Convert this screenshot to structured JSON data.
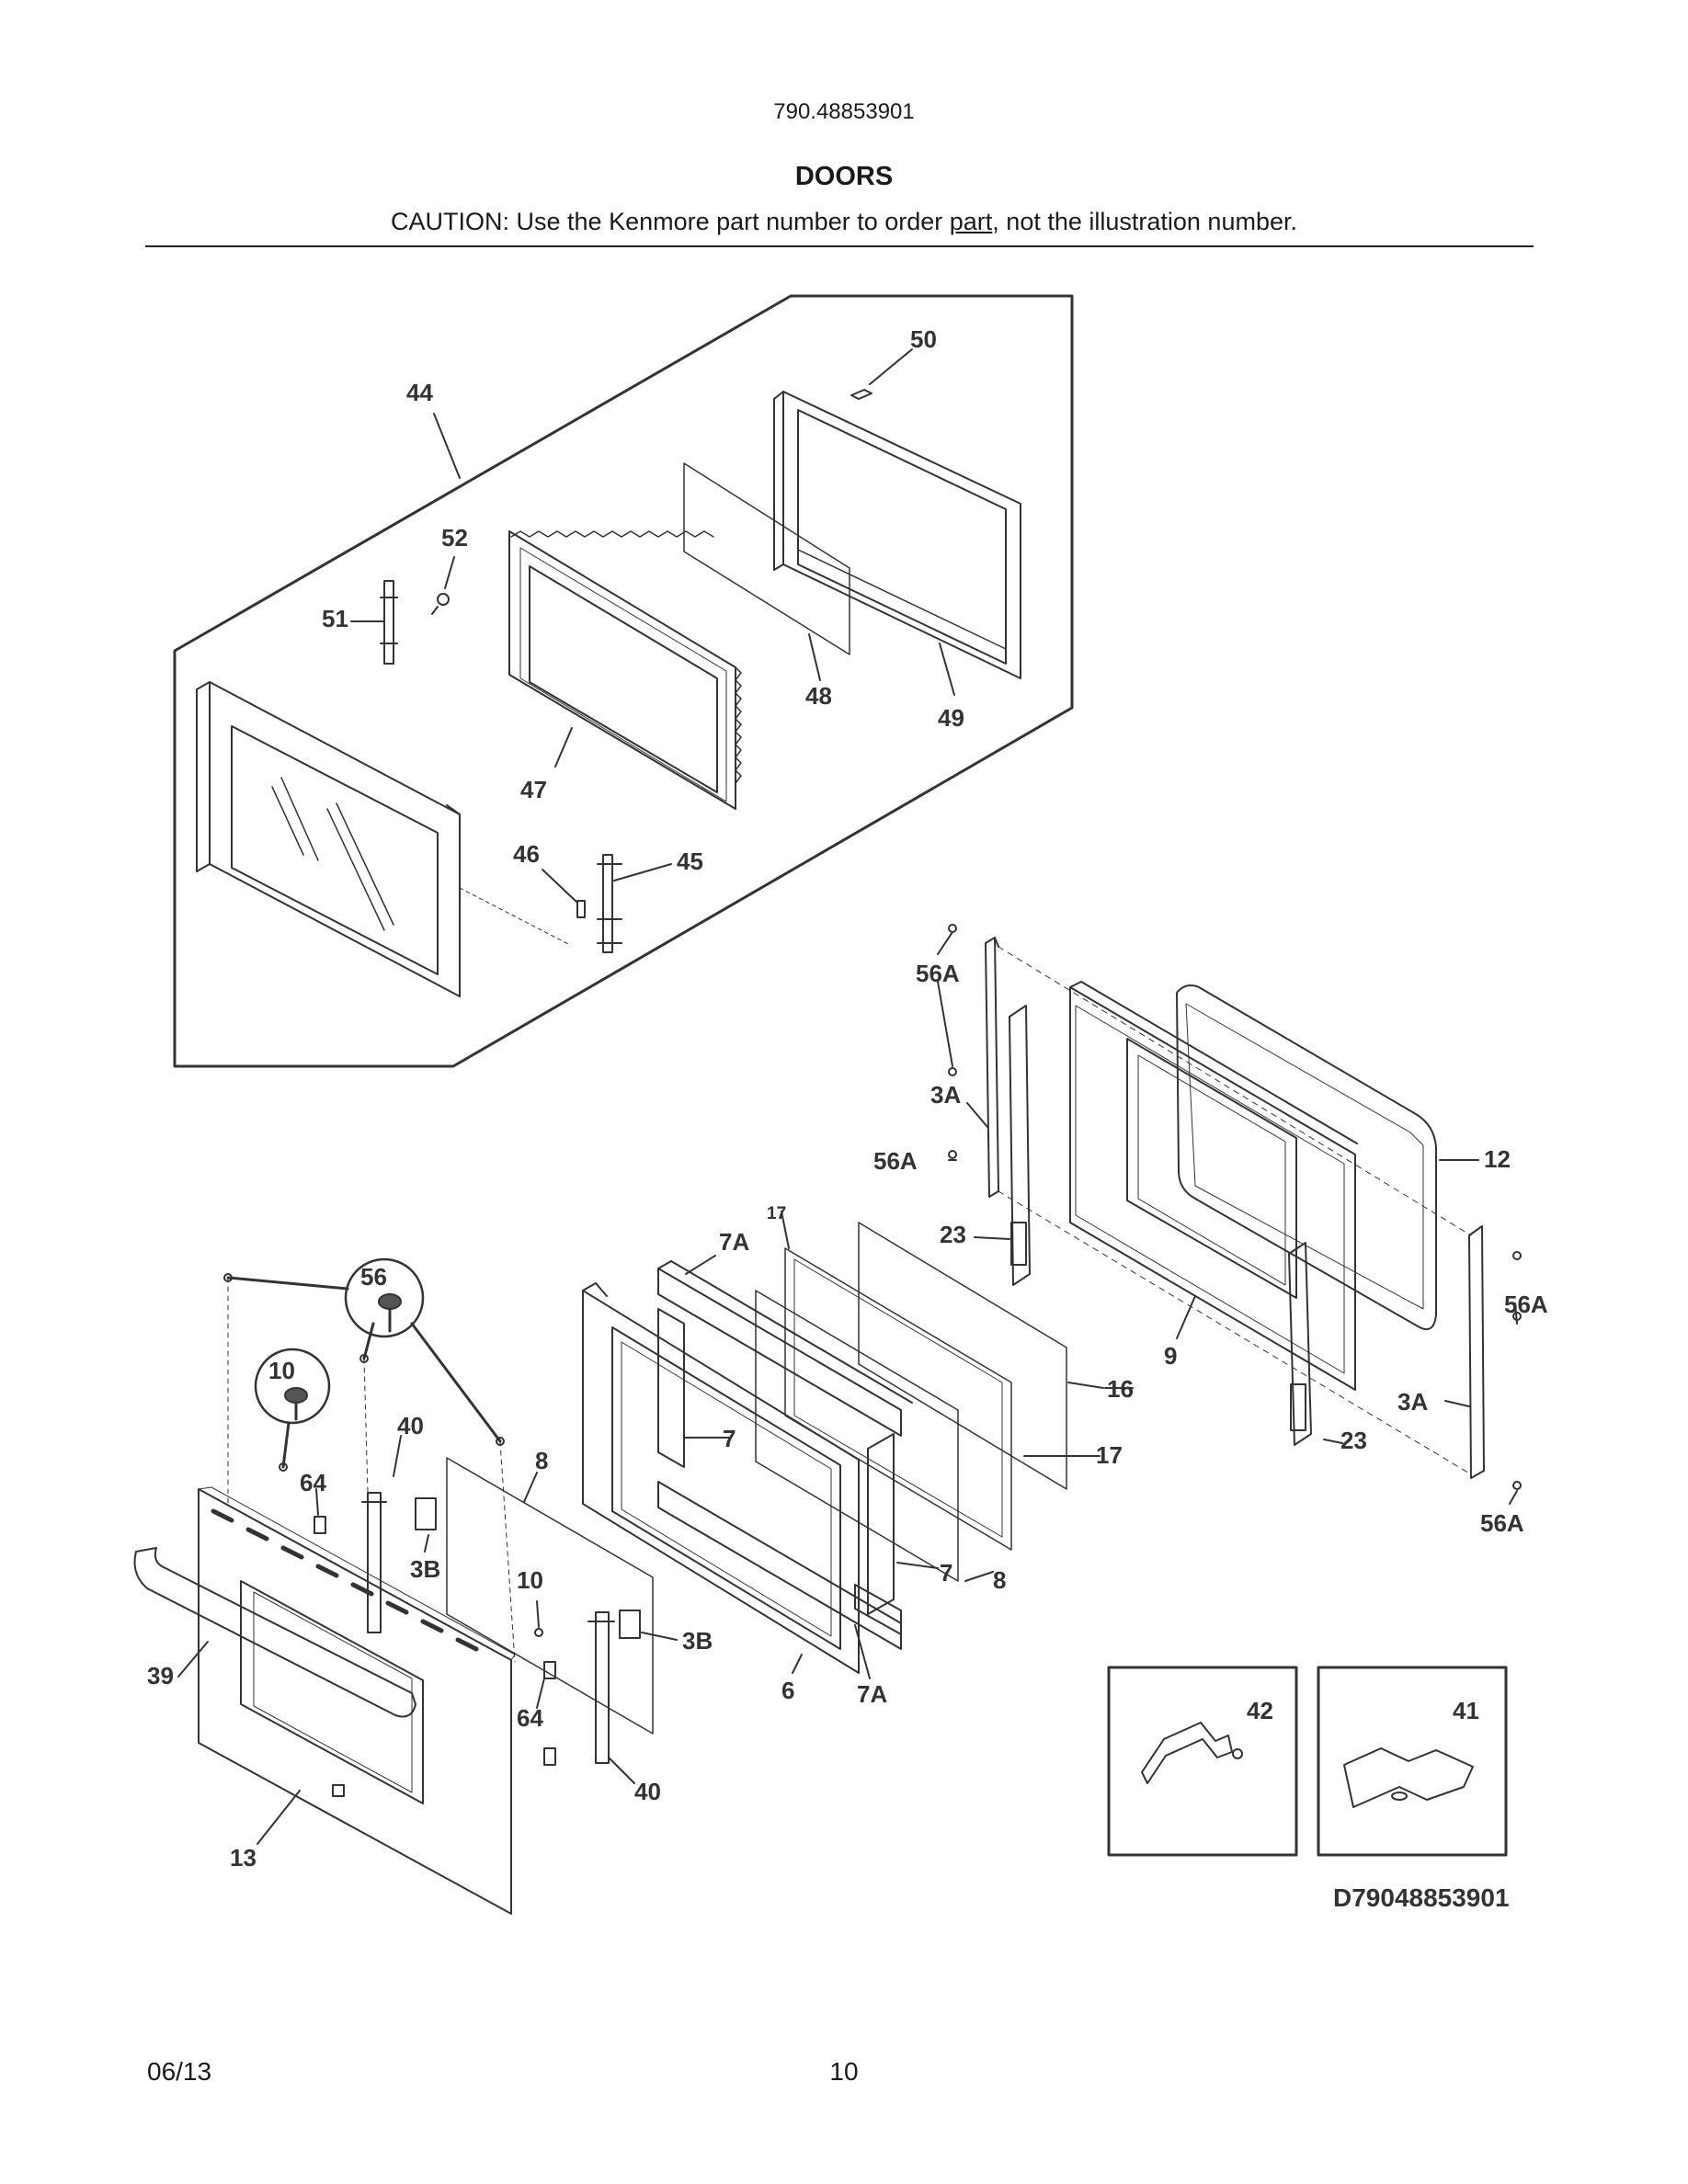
{
  "header": {
    "model_number": "790.48853901",
    "section_title": "DOORS",
    "caution_before": "CAUTION: Use the Kenmore part number to order ",
    "caution_underlined": "part",
    "caution_after": ", not the illustration number."
  },
  "callouts": {
    "p44": "44",
    "p50": "50",
    "p52": "52",
    "p51": "51",
    "p48": "48",
    "p49": "49",
    "p47": "47",
    "p46": "46",
    "p45": "45",
    "p56A_a": "56A",
    "p3A_a": "3A",
    "p56A_b": "56A",
    "p12": "12",
    "p23_a": "23",
    "p17_small": "17",
    "p7A_top": "7A",
    "p56": "56",
    "p10_circle": "10",
    "p16": "16",
    "p9": "9",
    "p56A_c": "56A",
    "p3A_b": "3A",
    "p23_b": "23",
    "p56A_d": "56A",
    "p40_top": "40",
    "p64_top": "64",
    "p8_top": "8",
    "p7_mid": "7",
    "p17_right": "17",
    "p3B_left": "3B",
    "p10_mid": "10",
    "p3B_right": "3B",
    "p7_right": "7",
    "p8_right": "8",
    "p39": "39",
    "p6": "6",
    "p7A_bottom": "7A",
    "p64_bottom": "64",
    "p40_bottom": "40",
    "p13": "13",
    "p42": "42",
    "p41": "41"
  },
  "diagram_code": "D79048853901",
  "footer": {
    "date": "06/13",
    "page_number": "10"
  }
}
